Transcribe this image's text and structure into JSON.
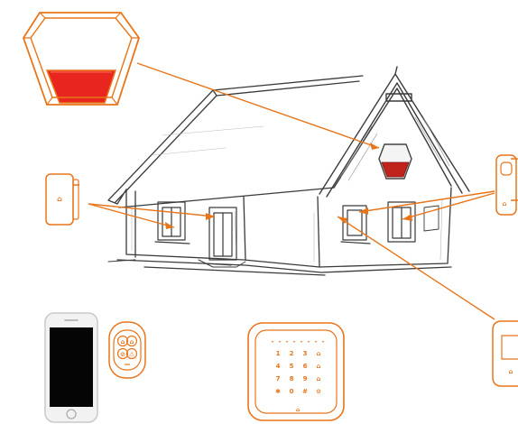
{
  "colors": {
    "accent": "#E8751A",
    "siren_red": "#E8261F",
    "sketch": "#3a3a3a",
    "phone_screen": "#050505",
    "phone_body": "#f2f2f2"
  },
  "keypad": {
    "status_icons": [
      "•",
      "•",
      "•",
      "•",
      "•",
      "•",
      "•",
      "•"
    ],
    "keys": [
      "1",
      "2",
      "3",
      "⌂",
      "4",
      "5",
      "6",
      "⌂",
      "7",
      "8",
      "9",
      "⌂",
      "✱",
      "0",
      "#",
      "⊙"
    ],
    "brand_mark": "⌂"
  },
  "sensor_mark": "⌂",
  "remote_buttons": [
    "⌂",
    "⌂",
    "⊘",
    "⚠"
  ]
}
